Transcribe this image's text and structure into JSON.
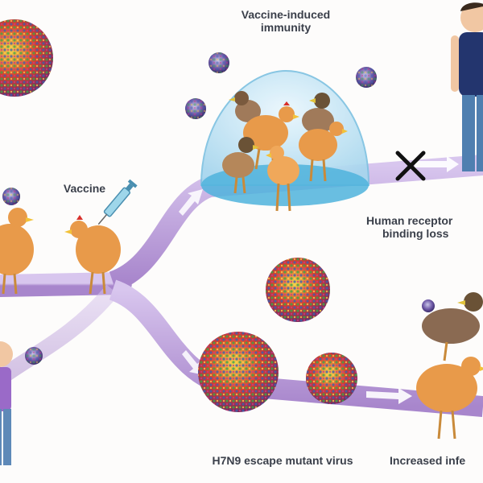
{
  "labels": {
    "vaccine_immunity_line1": "Vaccine-induced",
    "vaccine_immunity_line2": "immunity",
    "vaccine": "Vaccine",
    "human_receptor_line1": "Human receptor",
    "human_receptor_line2": "binding loss",
    "escape_mutant": "H7N9 escape mutant virus",
    "increased_infection": "Increased infe"
  },
  "colors": {
    "pathway": "#b89ad6",
    "pathway_light": "#e3d6f2",
    "dome": "#c7e6f4",
    "dome_water": "#4fb3dc",
    "chicken": "#e89a4a",
    "duck": "#8a6a52",
    "virus_core": "#d8302a",
    "virus_spike_green": "#3aa64a",
    "virus_spike_blue": "#3a5fb0",
    "human_shirt": "#23356e",
    "human_pants": "#4f7fb0",
    "block_mark": "#111111",
    "arrow": "#ffffff"
  },
  "icons": [
    "virus-icon",
    "chicken-icon",
    "duck-icon",
    "syringe-icon",
    "human-icon",
    "block-x-icon",
    "arrow-icon",
    "immunity-dome-icon"
  ]
}
